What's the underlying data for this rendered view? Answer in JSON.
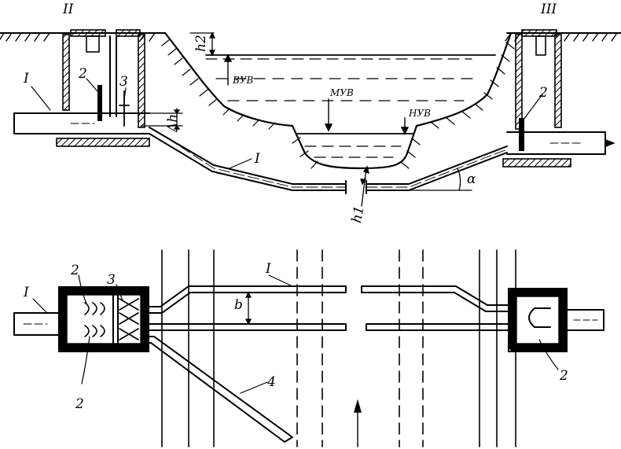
{
  "labels": {
    "well_left": "II",
    "well_right": "III",
    "pipe_in_section": "I",
    "gate_left_section": "2",
    "valve_section": "3",
    "gate_right_section": "2",
    "siphon_section": "I",
    "h2": "h2",
    "vuv": "ВУВ",
    "muv": "МУВ",
    "nuv": "НУВ",
    "delta_h": "Δh",
    "h1": "h1",
    "alpha": "α",
    "pipe_in_plan": "I",
    "gate_top_plan": "2",
    "valve_plan": "3",
    "gate_bottom_plan": "2",
    "siphon_plan": "I",
    "b": "b",
    "branch_plan": "4",
    "gate_right_plan": "2"
  }
}
